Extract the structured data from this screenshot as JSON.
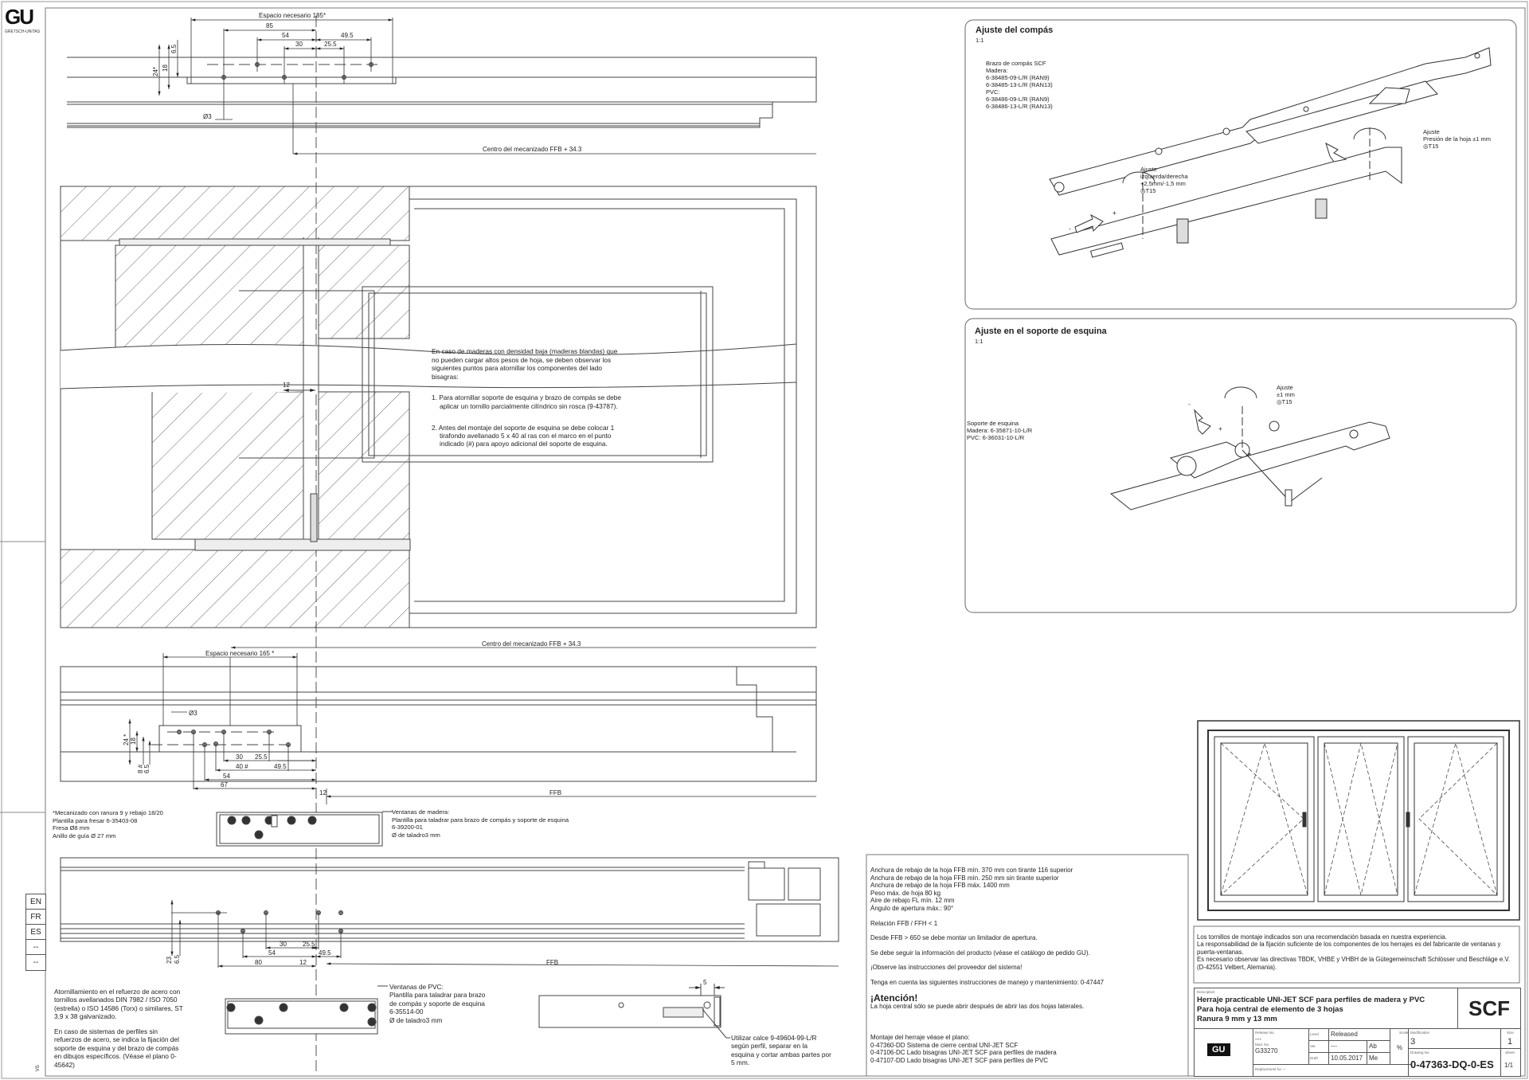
{
  "logo": {
    "text": "GU",
    "subtitle": "GRETSCH-UNITAS"
  },
  "languages": [
    "EN",
    "FR",
    "ES",
    "--",
    "--"
  ],
  "margin_label": "VS",
  "section1": {
    "dims": [
      "Espacio necesario 185*",
      "85",
      "54",
      "30",
      "25.5",
      "49.5",
      "24*",
      "18",
      "6.5",
      "Ø3",
      "Centro del mecanizado FFB + 34.3"
    ]
  },
  "section2": {
    "dims": [
      "12"
    ],
    "note_intro": "En caso de maderas con densidad baja (maderas blandas) que no pueden cargar altos pesos de hoja, se deben observar los siguientes puntos para atornillar los componentes del lado bisagras:",
    "note_items": [
      "1. Para atornillar soporte de esquina y brazo de compás se debe aplicar un tornillo parcialmente cilíndrico sin rosca (9-43787).",
      "2. Antes del montaje del soporte de esquina se debe colocar 1 tirafondo avellanado 5 x 40 al ras con el marco en el punto indicado (#) para apoyo adicional del soporte de esquina."
    ]
  },
  "section3": {
    "dims": [
      "Centro del mecanizado FFB + 34.3",
      "Espacio necesario 165 *",
      "Ø3",
      "24 *",
      "18",
      "8 #",
      "6.5",
      "30",
      "25.5",
      "40 #",
      "49.5",
      "54",
      "67",
      "12",
      "FFB"
    ],
    "wood_note": "*Mecanizado con ranura 9 y rebajo 18/20\nPlantilla para fresar 6-35403-08\nFresa Ø8 mm\nAnillo de guía Ø 27 mm",
    "wood_template": "Ventanas de madera:\nPlantilla para taladrar para brazo de compás y soporte de esquina\n6-39200-01\nØ de taladro3 mm"
  },
  "section4": {
    "dims": [
      "23",
      "6.5",
      "30",
      "25.5",
      "54",
      "49.5",
      "80",
      "12",
      "FFB",
      "5"
    ],
    "pvc_note_1": "Atornillamiento en el refuerzo de acero con tornillos avellanados DIN 7982 / ISO 7050 (estrella) o ISO 14586 (Torx) o similares, ST 3,9 x 38 galvanizado.",
    "pvc_note_2": "En caso de sistemas de perfiles sin refuerzos de acero, se indica la fijación del soporte de esquina y del brazo de compás en dibujos específicos. (Véase el plano 0-45642)",
    "pvc_template": "Ventanas de PVC:\nPlantilla para taladrar para brazo\nde compás y soporte de esquina\n6-35514-00\nØ de taladro3 mm",
    "shim_note": "Utilizar calce 9-49604-99-L/R\nsegún perfil, separar en la\nesquina y cortar ambas partes por\n5 mm."
  },
  "panel_compas": {
    "title": "Ajuste del compás",
    "scale": "1:1",
    "arm_label": "Brazo de compás SCF\nMadera:\n6-38485-09-L/R (RAN9)\n6-38485-13-L/R (RAN13)\nPVC:\n6-38486-09-L/R (RAN9)\n6-38486-13-L/R (RAN13)",
    "adjust_pressure": "Ajuste\nPresión de la hoja ±1 mm\n◎T15",
    "adjust_lr": "Ajuste\nizquierda/derecha\n+2,5mm/-1,5 mm\n◎T15",
    "minus": "-",
    "plus": "+"
  },
  "panel_corner": {
    "title": "Ajuste en el soporte de esquina",
    "scale": "1:1",
    "adjust": "Ajuste\n±1 mm\n◎T15",
    "support_label": "Soporte de esquina\nMadera: 6-35871-10-L/R\nPVC: 6-36031-10-L/R",
    "minus": "-",
    "plus": "+"
  },
  "notes": {
    "specs": [
      "Anchura de rebajo de la hoja FFB mín. 370 mm con tirante 116 superior",
      "Anchura de rebajo de la hoja FFB mín. 250 mm sin tirante superior",
      "Anchura de rebajo de la hoja FFB máx. 1400 mm",
      "Peso máx. de hoja 80 kg",
      "Aire de rebajo FL mín. 12 mm",
      "Ángulo de apertura máx.: 90°"
    ],
    "ratio": "Relación FFB / FFH < 1",
    "limiter": "Desde FFB > 650 se debe montar un limitador de apertura.",
    "product_info": "Se debe seguir la información del producto (véase el catálogo de pedido GU).",
    "supplier": "¡Observe las instrucciones del proveedor del sistema!",
    "maintenance": "Tenga en cuenta las siguientes instrucciones de manejo y mantenimiento: 0-47447",
    "attention_title": "¡Atención!",
    "attention_text": "La hoja central sólo se puede abrir después de abrir las dos hojas laterales.",
    "assembly": [
      "Montaje del herraje véase el plano:",
      "0-47360-DD Sistema de cierre central UNI-JET SCF",
      "0-47106-DC Lado bisagras UNI-JET SCF para perfiles de madera",
      "0-47107-DD Lado bisagras UNI-JET SCF para perfiles de PVC"
    ]
  },
  "disclaimer": "Los tornillos de montaje indicados son una recomendación basada en nuestra experiencia.\nLa responsabilidad de la fijación suficiente de los componentes de los herrajes es del fabricante de ventanas y puerta-ventanas.\nEs necesario observar las directivas TBDK, VHBE y VHBH de la Gütegemeinschaft Schlösser und Beschläge e.V. (D-42551 Velbert, Alemania).",
  "title_block": {
    "description_label": "Description",
    "description": [
      "Herraje practicable UNI-JET SCF para perfiles de madera y PVC",
      "Para hoja central de elemento de 3 hojas",
      "Ranura 9 mm y 13 mm"
    ],
    "system": "SCF",
    "logo": "GU",
    "release_no_label": "Release No.",
    "release_no": "---",
    "mod_no_label": "Mod. No.",
    "mod_no": "G33270",
    "replacement_label": "Replacement for ---",
    "level_label": "Level",
    "level": "Released",
    "ver_label": "Ver.",
    "ver": "---",
    "ver_by": "Ab",
    "draft_label": "Draft",
    "date": "10.05.2017",
    "date_by": "Me",
    "scale_label": "Scale",
    "scale": "%",
    "modification_label": "Modification",
    "modification": "3",
    "size_label": "Size",
    "size": "1",
    "drawing_no_label": "Drawing No.",
    "drawing_no": "0-47363-DQ-0-ES",
    "sheet_label": "Sheet",
    "sheet": "1/1"
  }
}
